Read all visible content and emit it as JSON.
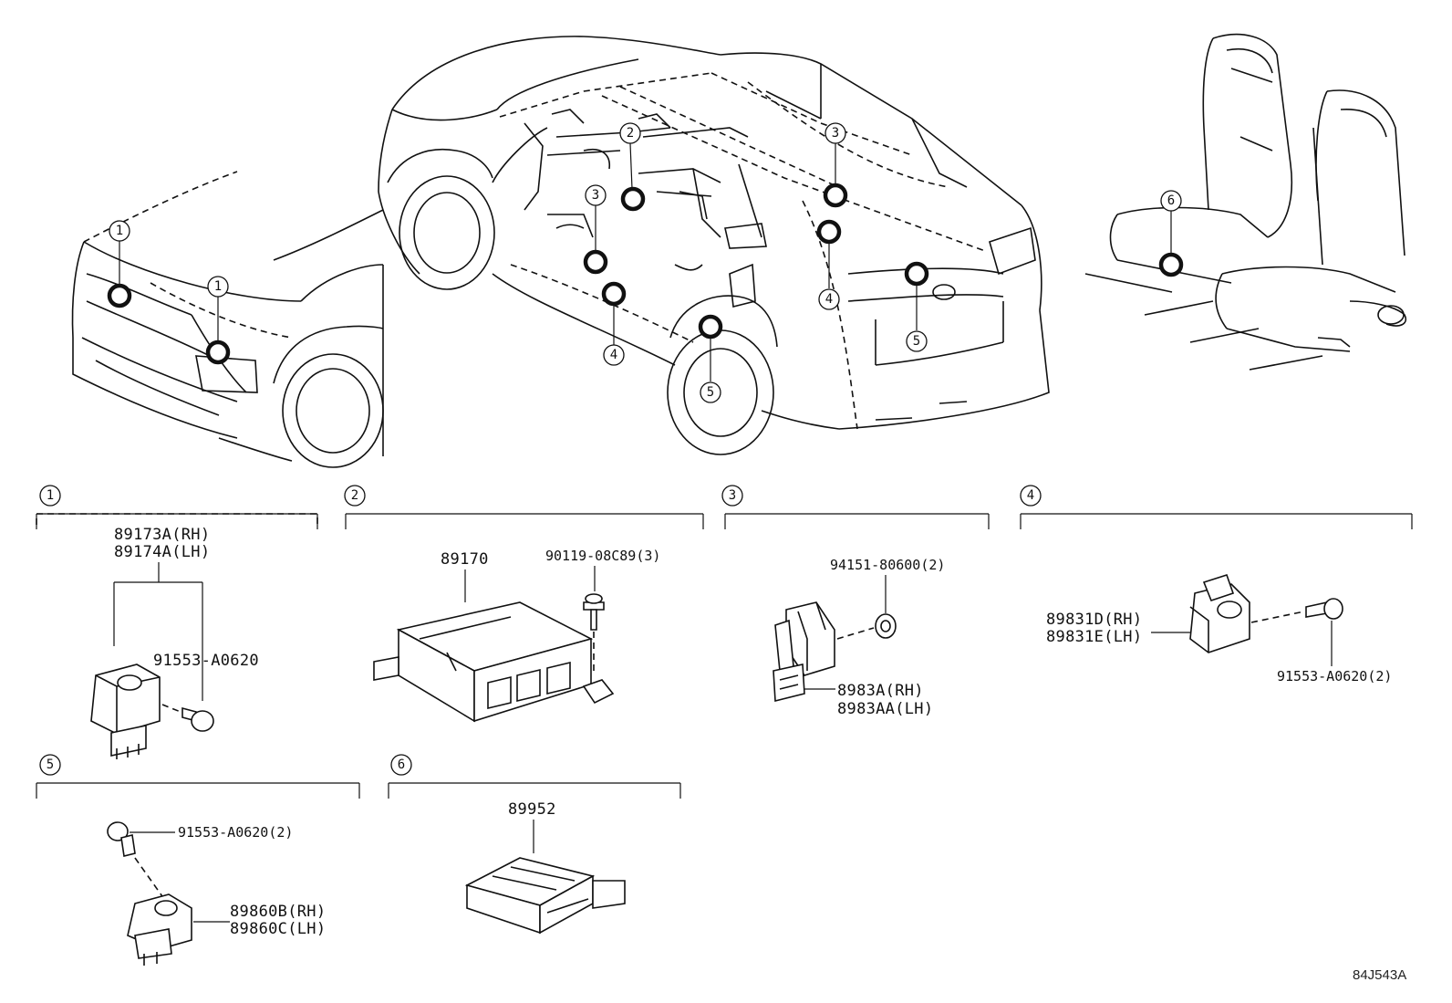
{
  "sections": {
    "s1": {
      "index": "1"
    },
    "s2": {
      "index": "2"
    },
    "s3": {
      "index": "3"
    },
    "s4": {
      "index": "4"
    },
    "s5": {
      "index": "5"
    },
    "s6": {
      "index": "6"
    }
  },
  "parts": {
    "p89173": "89173A(RH)",
    "p89174": "89174A(LH)",
    "p91553_s1": "91553-A0620",
    "p89170": "89170",
    "p90119": "90119-08C89(3)",
    "p94151": "94151-80600(2)",
    "p8983A": "8983A(RH)",
    "p8983AA": "8983AA(LH)",
    "p89831D": "89831D(RH)",
    "p89831E": "89831E(LH)",
    "p91553_s4": "91553-A0620(2)",
    "p91553_s5": "91553-A0620(2)",
    "p89860B": "89860B(RH)",
    "p89860C": "89860C(LH)",
    "p89952": "89952"
  },
  "callouts": {
    "c1a": "1",
    "c1b": "1",
    "c2": "2",
    "c3a": "3",
    "c3b": "3",
    "c4a": "4",
    "c4b": "4",
    "c5a": "5",
    "c5b": "5",
    "c6": "6"
  },
  "reference_code": "84J543A"
}
